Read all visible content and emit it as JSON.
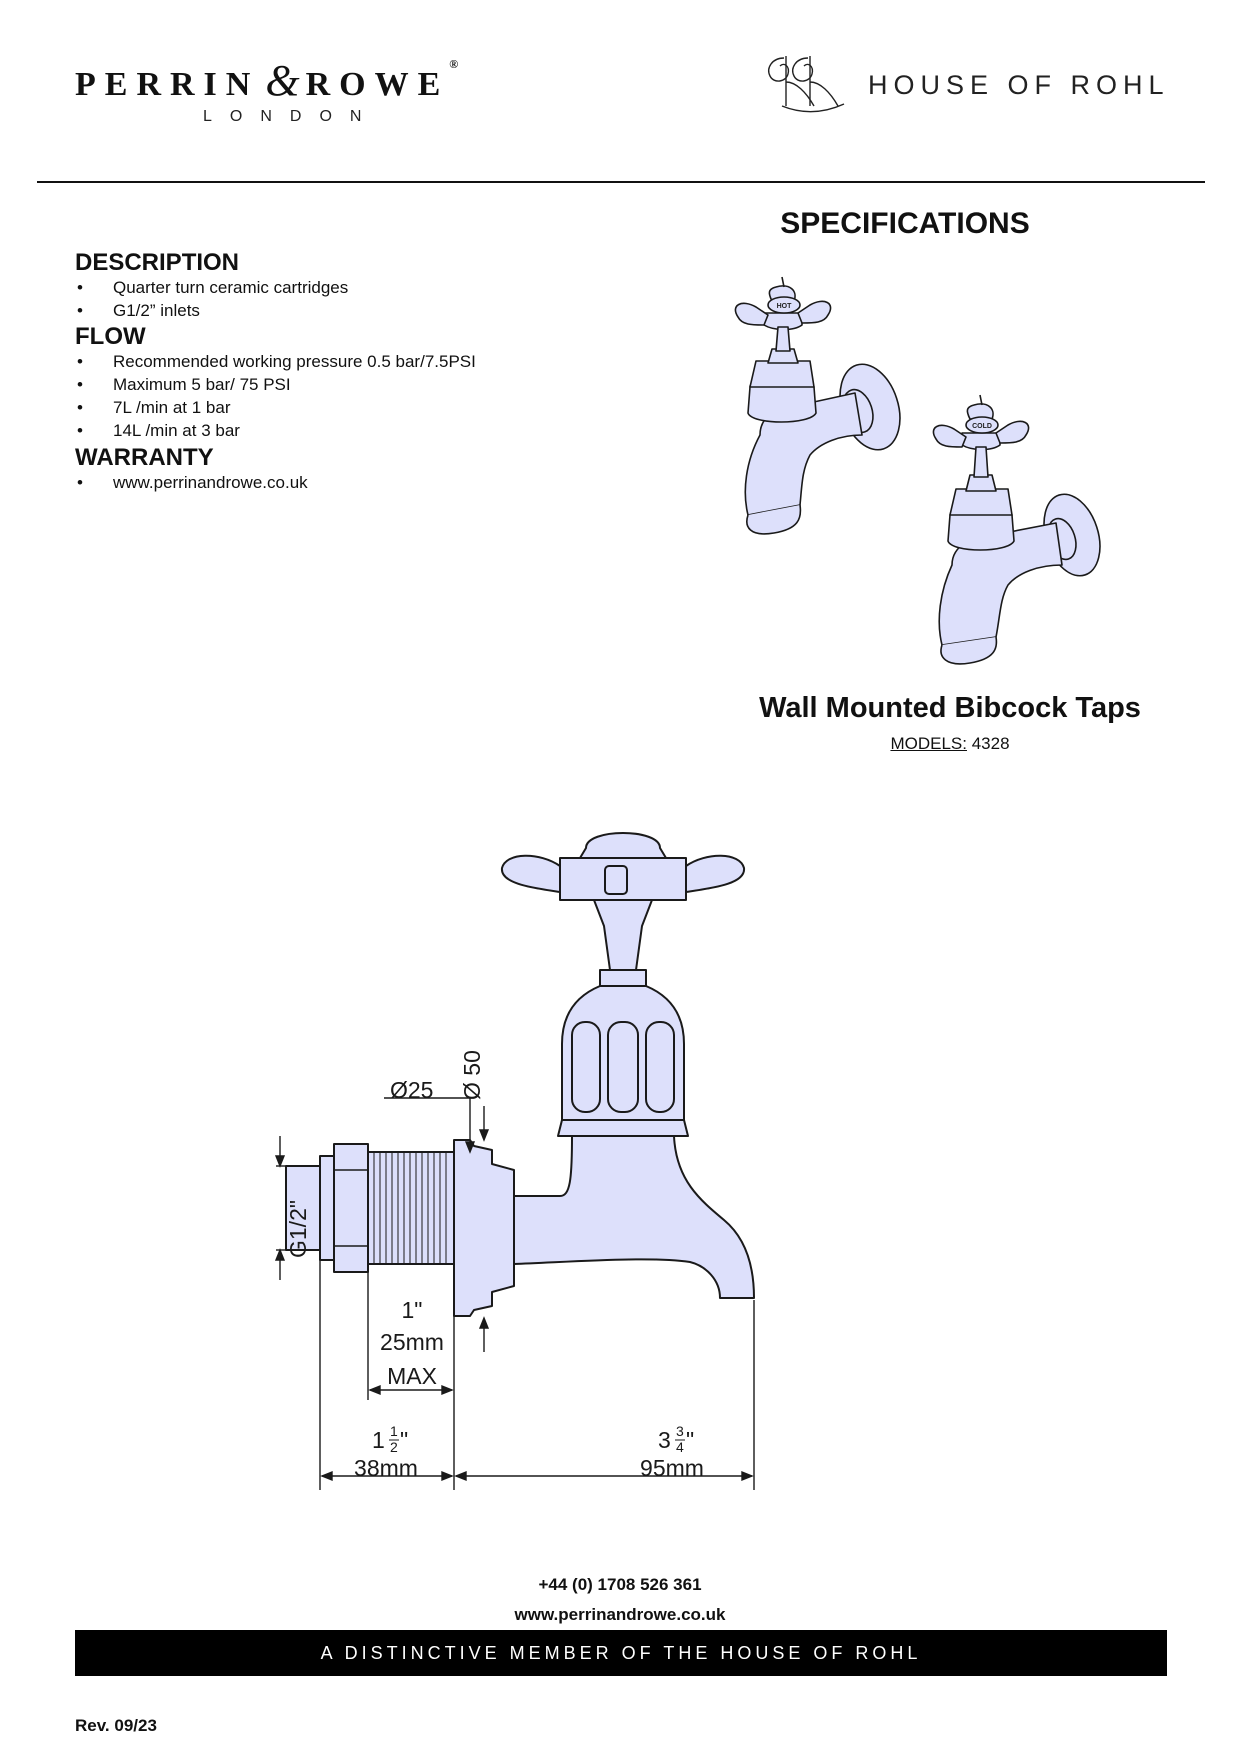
{
  "header": {
    "brand_name": "PERRIN & ROWE",
    "brand_part1": "PERRIN",
    "brand_amp": "&",
    "brand_part2": "ROWE",
    "brand_mark": "®",
    "brand_sub": "LONDON",
    "partner_name": "HOUSE OF ROHL"
  },
  "title": "SPECIFICATIONS",
  "sections": {
    "description": {
      "heading": "DESCRIPTION",
      "items": [
        "Quarter turn ceramic cartridges",
        "G1/2” inlets"
      ]
    },
    "flow": {
      "heading": "FLOW",
      "items": [
        "Recommended working pressure 0.5 bar/7.5PSI",
        "Maximum 5 bar/ 75 PSI",
        "7L /min at 1 bar",
        "14L /min at 3 bar"
      ]
    },
    "warranty": {
      "heading": "WARRANTY",
      "items": [
        "www.perrinandrowe.co.uk"
      ]
    }
  },
  "iso_view": {
    "handle_labels": [
      "HOT",
      "COLD"
    ]
  },
  "product": {
    "name": "Wall Mounted Bibcock Taps",
    "models_label": "MODELS:",
    "models_value": "4328"
  },
  "drawing": {
    "dim_dia25": "Ø25",
    "dim_dia50": "Ø 50",
    "dim_thread": "G1/2\"",
    "dim_max_in": "1\"",
    "dim_max_mm": "25mm",
    "dim_max_lbl": "MAX",
    "dim_inlet_whole": "1",
    "dim_inlet_num": "1",
    "dim_inlet_den": "2",
    "dim_inlet_mm": "38mm",
    "dim_reach_whole": "3",
    "dim_reach_num": "3",
    "dim_reach_den": "4",
    "dim_reach_mm": "95mm"
  },
  "colors": {
    "fill": "#dde0fb",
    "line": "#1a1a1a",
    "banner_bg": "#000000"
  },
  "footer": {
    "phone": "+44 (0) 1708 526 361",
    "website": "www.perrinandrowe.co.uk",
    "banner": "A DISTINCTIVE MEMBER OF THE HOUSE OF ROHL",
    "revision": "Rev. 09/23"
  }
}
